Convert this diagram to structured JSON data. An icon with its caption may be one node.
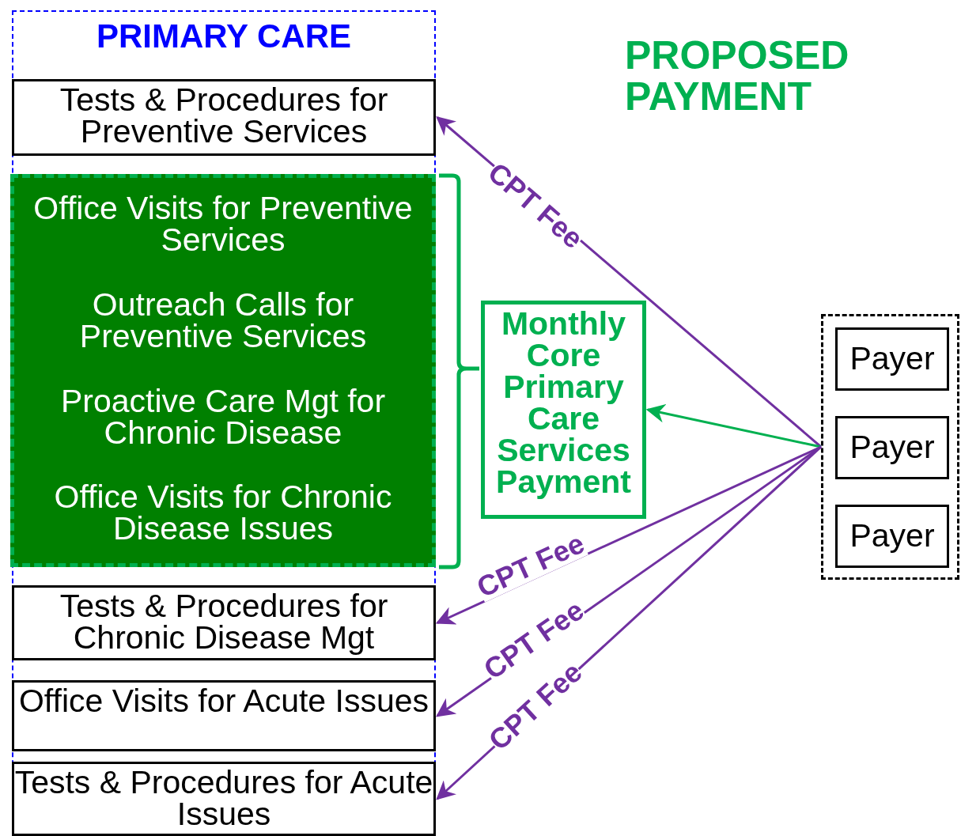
{
  "diagram": {
    "title": "PROPOSED PAYMENT",
    "nodes": [
      {
        "text": [
          "PRIMARY CARE"
        ]
      },
      {
        "text": [
          "Tests & Procedures for Preventive Services"
        ],
        "in": 0
      },
      {
        "text": [
          "Office Visits for Preventive Services",
          "Outreach Calls for Preventive Services",
          "Proactive Care Mgt for Chronic Disease",
          "Office Visits for Chronic Disease Issues"
        ],
        "in": 0
      },
      {
        "text": [
          "Tests & Procedures for Chronic Disease Mgt"
        ],
        "in": 0
      },
      {
        "text": [
          "Office Visits for Acute Issues"
        ],
        "in": 0
      },
      {
        "text": [
          "Tests & Procedures for Acute Issues"
        ],
        "in": 0
      },
      {
        "text": [
          "Monthly Core Primary Care Services Payment"
        ]
      },
      {
        "text": [],
        "shape": "box"
      },
      {
        "text": [
          "Payer"
        ],
        "in": 7
      },
      {
        "text": [
          "Payer"
        ],
        "in": 7
      },
      {
        "text": [
          "Payer"
        ],
        "in": 7
      }
    ],
    "edges": [
      {
        "from": 7,
        "to": 1,
        "arrow": "to",
        "label": "CPT Fee"
      },
      {
        "from": 7,
        "to": 6,
        "arrow": "to",
        "color": "#00b050"
      },
      {
        "from": 7,
        "to": 3,
        "arrow": "to",
        "label": "CPT Fee"
      },
      {
        "from": 7,
        "to": 4,
        "arrow": "to",
        "label": "CPT Fee"
      },
      {
        "from": 7,
        "to": 5,
        "arrow": "to",
        "label": "CPT Fee"
      }
    ]
  }
}
